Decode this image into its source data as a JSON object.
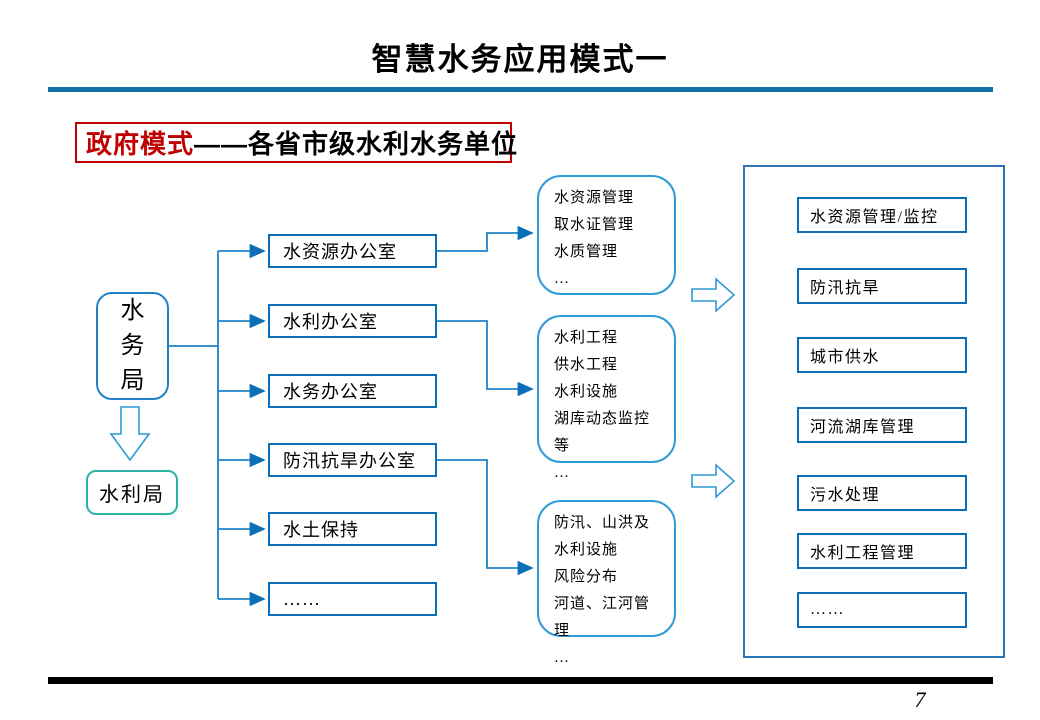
{
  "slide": {
    "title": "智慧水务应用模式一",
    "page_number": "7"
  },
  "banner": {
    "highlight": "政府模式",
    "rest": "——各省市级水利水务单位"
  },
  "org": {
    "root": "水务局",
    "secondary": "水利局"
  },
  "offices": [
    {
      "label": "水资源办公室"
    },
    {
      "label": "水利办公室"
    },
    {
      "label": "水务办公室"
    },
    {
      "label": "防汛抗旱办公室"
    },
    {
      "label": "水土保持"
    },
    {
      "label": "……"
    }
  ],
  "detail_boxes": [
    {
      "lines": [
        "水资源管理",
        "取水证管理",
        "水质管理",
        "…"
      ]
    },
    {
      "lines": [
        "水利工程",
        "供水工程",
        "水利设施",
        "湖库动态监控等",
        "…"
      ]
    },
    {
      "lines": [
        "防汛、山洪及水利设施",
        "风险分布",
        "河道、江河管理",
        "…"
      ]
    }
  ],
  "functions": [
    "水资源管理/监控",
    "防汛抗旱",
    "城市供水",
    "河流湖库管理",
    "污水处理",
    "水利工程管理",
    "……"
  ],
  "colors": {
    "title_rule_blue": "#1172A8",
    "connector_blue": "#1E82C8",
    "box_border_blue": "#0B6FB8",
    "rounded_border_blue": "#2E9BD6",
    "secondary_teal": "#2CB3A6",
    "banner_red": "#C00000",
    "footer_black": "#000000"
  }
}
